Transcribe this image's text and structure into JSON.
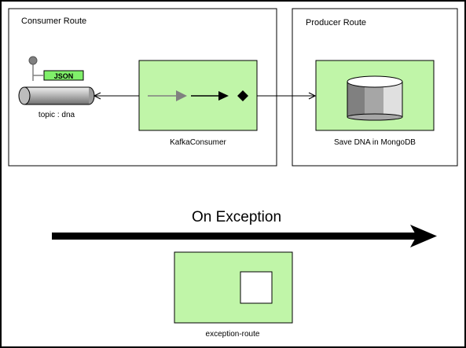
{
  "consumer_route": {
    "title": "Consumer Route",
    "topic_badge": "JSON",
    "topic_label": "topic : dna",
    "component_label": "KafkaConsumer"
  },
  "producer_route": {
    "title": "Producer Route",
    "component_label": "Save DNA in MongoDB"
  },
  "exception": {
    "heading": "On Exception",
    "component_label": "exception-route"
  },
  "colors": {
    "component_fill": "#c0f5a8",
    "badge_fill": "#80f06a",
    "stroke": "#000000",
    "grey_arrow": "#808080",
    "db_dark": "#808080",
    "db_mid": "#a6a6a6",
    "db_light": "#e0e0e0"
  },
  "icons": {
    "topic": "kafka-topic-pipe-icon",
    "pipeline": "message-flow-icon",
    "database": "mongodb-cylinder-icon",
    "sub_route": "sub-route-square-icon"
  }
}
